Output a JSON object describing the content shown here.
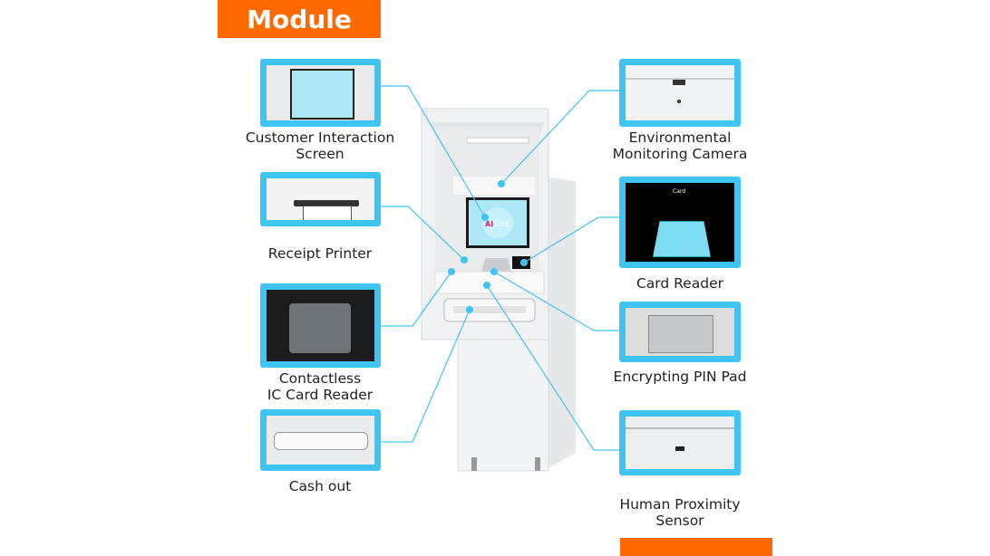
{
  "title": "Module",
  "screen_logo": {
    "ai": "AI",
    "life": "LIFE"
  },
  "card_reader_caption": "Card",
  "modules_left": [
    {
      "label_line1": "Customer Interaction",
      "label_line2": "Screen"
    },
    {
      "label_line1": "Receipt Printer",
      "label_line2": ""
    },
    {
      "label_line1": "Contactless",
      "label_line2": "IC Card Reader"
    },
    {
      "label_line1": "Cash out",
      "label_line2": ""
    }
  ],
  "modules_right": [
    {
      "label_line1": "Environmental",
      "label_line2": "Monitoring Camera"
    },
    {
      "label_line1": "Card Reader",
      "label_line2": ""
    },
    {
      "label_line1": "Encrypting PIN Pad",
      "label_line2": ""
    },
    {
      "label_line1": "Human Proximity",
      "label_line2": "Sensor"
    }
  ],
  "colors": {
    "accent": "#FF6A00",
    "cyan": "#3EC5F5"
  }
}
